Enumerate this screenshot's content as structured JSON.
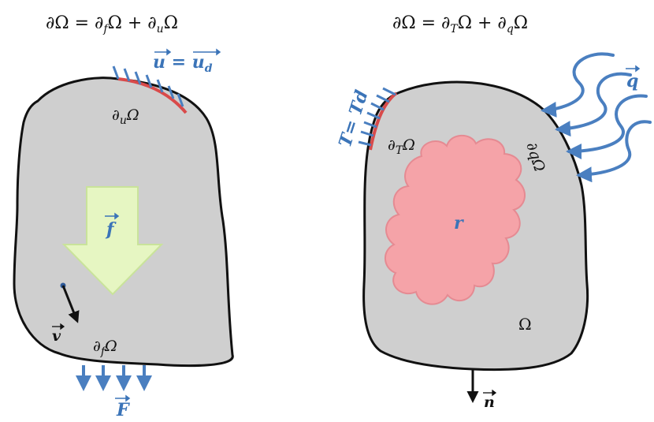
{
  "colors": {
    "domain_fill": "#cfcfcf",
    "outline": "#111111",
    "accent_blue": "#4a7fc0",
    "label_blue": "#3b74b8",
    "boundary_red": "#d94a4a",
    "force_arrow_fill": "#e6f6c2",
    "force_arrow_stroke": "#c9e39a",
    "source_fill": "#f5a3a8",
    "source_stroke": "#e58a92"
  },
  "left": {
    "equation": {
      "lhs": "∂Ω = ∂",
      "s1": "f",
      "mid": "Ω + ∂",
      "s2": "u",
      "end": "Ω"
    },
    "displacement_label": {
      "main": "u = u",
      "sub": "d"
    },
    "dirichlet_boundary_label": {
      "main": "∂",
      "sub": "u",
      "end": "Ω"
    },
    "body_force_label": "f",
    "normal_label": "v",
    "neumann_boundary_label": {
      "main": "∂",
      "sub": "f",
      "end": "Ω"
    },
    "traction_label": "F",
    "icons": [
      "body-force-arrow",
      "traction-arrows",
      "displacement-hatch",
      "normal-vector-arrow"
    ]
  },
  "right": {
    "equation": {
      "lhs": "∂Ω = ∂",
      "s1": "T",
      "mid": "Ω + ∂",
      "s2": "q",
      "end": "Ω"
    },
    "temperature_label": "T= Td",
    "dirichlet_boundary_label": {
      "main": "∂",
      "sub": "T",
      "end": "Ω"
    },
    "heat_flux_boundary_label": "∂qΩ",
    "heat_flux_label": "q",
    "source_label": "r",
    "domain_label": "Ω",
    "normal_label": "n",
    "icons": [
      "heat-flux-arrows",
      "temperature-hatch",
      "heat-source-cloud",
      "outward-normal-arrow"
    ]
  }
}
